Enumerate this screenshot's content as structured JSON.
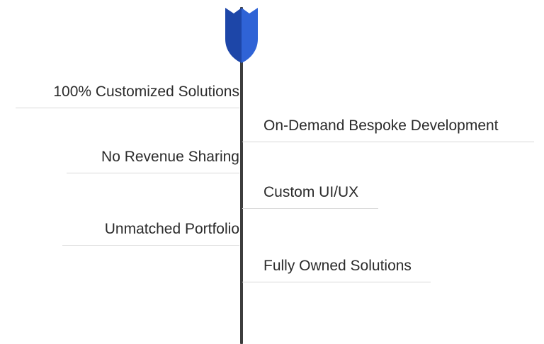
{
  "features": {
    "left": [
      "100% Customized Solutions",
      "No Revenue Sharing",
      "Unmatched Portfolio"
    ],
    "right": [
      "On-Demand Bespoke Development",
      "Custom UI/UX",
      "Fully Owned Solutions"
    ]
  },
  "colors": {
    "shield_dark": "#1d46a8",
    "shield_light": "#2f63d6",
    "spine": "#3d3d3d",
    "underline": "#d9d9d9",
    "text": "#2b2b2b"
  },
  "icon": "shield-icon"
}
